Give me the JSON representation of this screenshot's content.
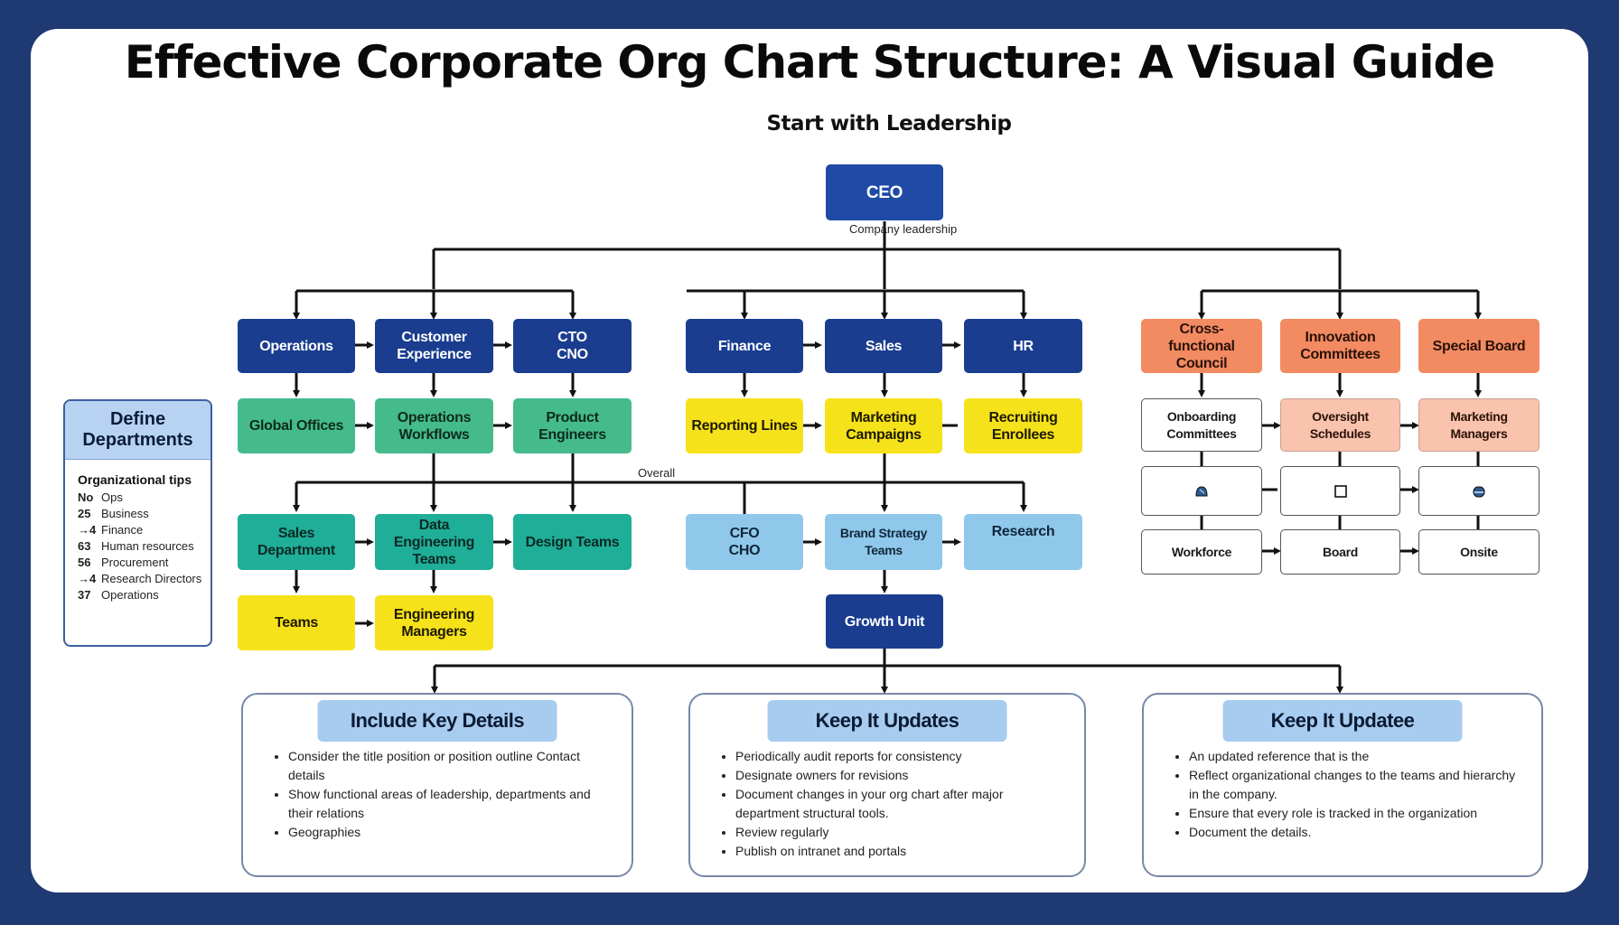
{
  "title": "Effective Corporate Org Chart Structure: A Visual Guide",
  "subtitle": "Start with Leadership",
  "ceo": {
    "label": "CEO",
    "caption": "Company leadership"
  },
  "colors": {
    "frame": "#1f3a72",
    "navy": "#1a3d8f",
    "green": "#45bb8c",
    "teal": "#1fae98",
    "yellow": "#f6e21b",
    "light_blue": "#8fc8ea",
    "orange": "#f28a62",
    "peach": "#f9c3ad"
  },
  "departments": {
    "left": [
      {
        "label": "Operations"
      },
      {
        "label": "Customer Experience"
      },
      {
        "label": "CTO\nCNO"
      }
    ],
    "middle": [
      {
        "label": "Finance"
      },
      {
        "label": "Sales"
      },
      {
        "label": "HR"
      }
    ],
    "right": [
      {
        "label": "Cross-functional Council"
      },
      {
        "label": "Innovation Committees"
      },
      {
        "label": "Special Board"
      }
    ]
  },
  "row2": {
    "left": [
      {
        "label": "Global Offices"
      },
      {
        "label": "Operations Workflows"
      },
      {
        "label": "Product Engineers"
      }
    ],
    "middle": [
      {
        "label": "Reporting Lines"
      },
      {
        "label": "Marketing Campaigns"
      },
      {
        "label": "Recruiting Enrollees"
      }
    ],
    "right": [
      {
        "label": "Onboarding Committees"
      },
      {
        "label": "Oversight Schedules"
      },
      {
        "label": "Marketing Managers"
      }
    ]
  },
  "connector_label": "Overall",
  "row3": {
    "left": [
      {
        "label": "Sales Department"
      },
      {
        "label": "Data Engineering Teams"
      },
      {
        "label": "Design Teams"
      }
    ],
    "middle": [
      {
        "label": "CFO\nCHO"
      },
      {
        "label": "Brand Strategy Teams"
      },
      {
        "label": "Research"
      }
    ],
    "right_icons": [
      {
        "icon": "helmet-icon"
      },
      {
        "icon": "square-icon"
      },
      {
        "icon": "database-icon"
      }
    ]
  },
  "row4": {
    "left": [
      {
        "label": "Teams"
      },
      {
        "label": "Engineering Managers"
      }
    ],
    "middle": [
      {
        "label": "Growth Unit"
      }
    ],
    "right": [
      {
        "label": "Workforce"
      },
      {
        "label": "Board"
      },
      {
        "label": "Onsite"
      }
    ]
  },
  "sidebox": {
    "title": "Define Departments",
    "subtitle": "Organizational tips",
    "rows": [
      {
        "key": "No",
        "value": "Ops"
      },
      {
        "key": "25",
        "value": "Business"
      },
      {
        "key": "→4",
        "value": "Finance"
      },
      {
        "key": "63",
        "value": "Human resources"
      },
      {
        "key": "56",
        "value": "Procurement"
      },
      {
        "key": "→4",
        "value": "Research Directors"
      },
      {
        "key": "37",
        "value": "Operations"
      }
    ]
  },
  "panels": [
    {
      "title": "Include Key Details",
      "bullets": [
        "Consider the title position or position outline Contact details",
        "Show functional areas of leadership, departments and their relations",
        "Geographies"
      ]
    },
    {
      "title": "Keep It Updates",
      "bullets": [
        "Periodically audit reports for consistency",
        "Designate owners for revisions",
        "Document changes in your org chart after major department structural tools.",
        "Review regularly",
        "Publish on intranet and portals"
      ]
    },
    {
      "title": "Keep It Updatee",
      "bullets": [
        "An updated reference that is the",
        "Reflect organizational changes to the teams and hierarchy in the company.",
        "Ensure that every role is tracked in the organization",
        "Document the details."
      ]
    }
  ]
}
